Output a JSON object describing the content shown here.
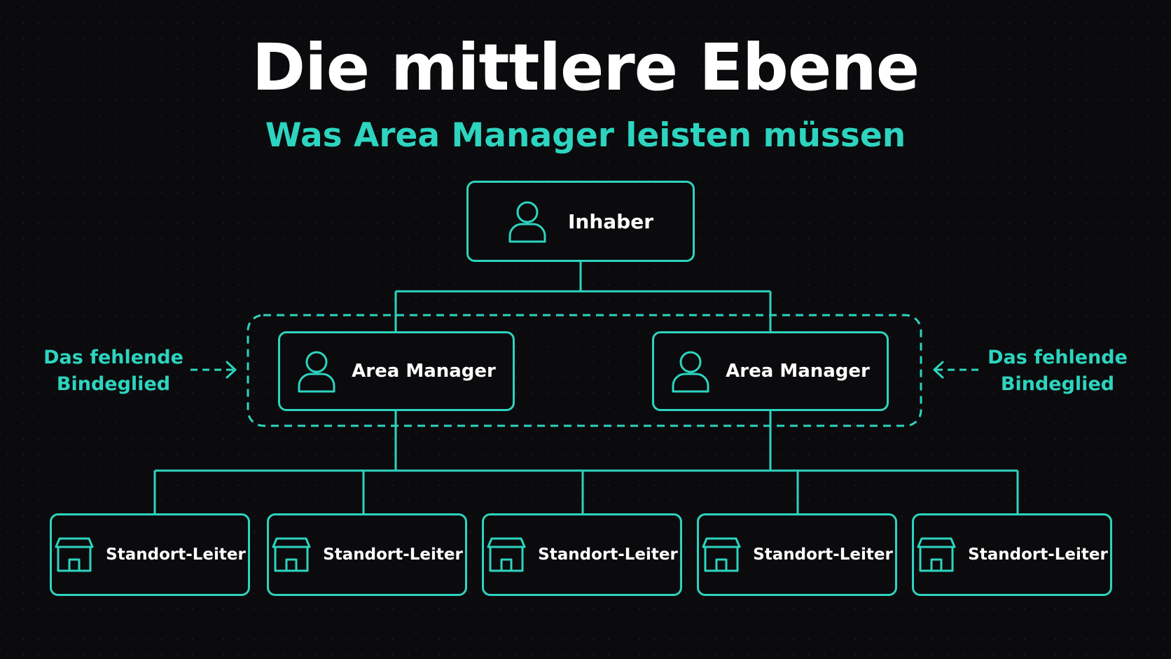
{
  "title": "Die mittlere Ebene",
  "subtitle": "Was Area Manager leisten müssen",
  "colors": {
    "background": "#0b0b0d",
    "accent": "#2dd4bf",
    "text": "#ffffff"
  },
  "owner": {
    "label": "Inhaber",
    "icon": "person-icon"
  },
  "area_managers": [
    {
      "label": "Area Manager",
      "icon": "person-icon"
    },
    {
      "label": "Area Manager",
      "icon": "person-icon"
    }
  ],
  "location_leads": [
    {
      "label": "Standort-Leiter",
      "icon": "store-icon"
    },
    {
      "label": "Standort-Leiter",
      "icon": "store-icon"
    },
    {
      "label": "Standort-Leiter",
      "icon": "store-icon"
    },
    {
      "label": "Standort-Leiter",
      "icon": "store-icon"
    },
    {
      "label": "Standort-Leiter",
      "icon": "store-icon"
    }
  ],
  "missing_link": {
    "left": {
      "line1": "Das fehlende",
      "line2": "Bindeglied"
    },
    "right": {
      "line1": "Das fehlende",
      "line2": "Bindeglied"
    }
  }
}
